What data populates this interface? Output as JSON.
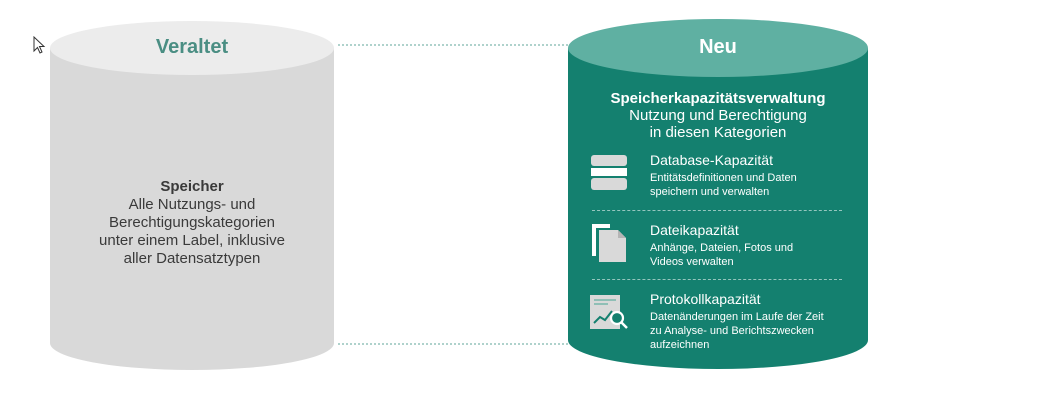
{
  "legacy": {
    "title": "Veraltet",
    "heading": "Speicher",
    "lines": [
      "Alle Nutzungs- und",
      "Berechtigungskategorien",
      "unter einem Label, inklusive",
      "aller Datensatztypen"
    ]
  },
  "new": {
    "title": "Neu",
    "heading": "Speicherkapazitätsverwaltung",
    "sub1": "Nutzung und Berechtigung",
    "sub2": "in diesen Kategorien",
    "items": [
      {
        "title": "Database-Kapazität",
        "desc1": "Entitätsdefinitionen und Daten",
        "desc2": "speichern und verwalten",
        "desc3": "",
        "icon": "database-icon"
      },
      {
        "title": "Dateikapazität",
        "desc1": "Anhänge, Dateien, Fotos und",
        "desc2": "Videos verwalten",
        "desc3": "",
        "icon": "file-icon"
      },
      {
        "title": "Protokollkapazität",
        "desc1": "Datenänderungen im Laufe der Zeit",
        "desc2": "zu Analyse- und Berichtszwecken",
        "desc3": "aufzeichnen",
        "icon": "log-report-icon"
      }
    ]
  },
  "colors": {
    "legacy_body": "#d9d9d9",
    "legacy_top": "#ececec",
    "new_body": "#14806f",
    "new_top": "#5fb0a2",
    "accent_text": "#4a8e83"
  }
}
